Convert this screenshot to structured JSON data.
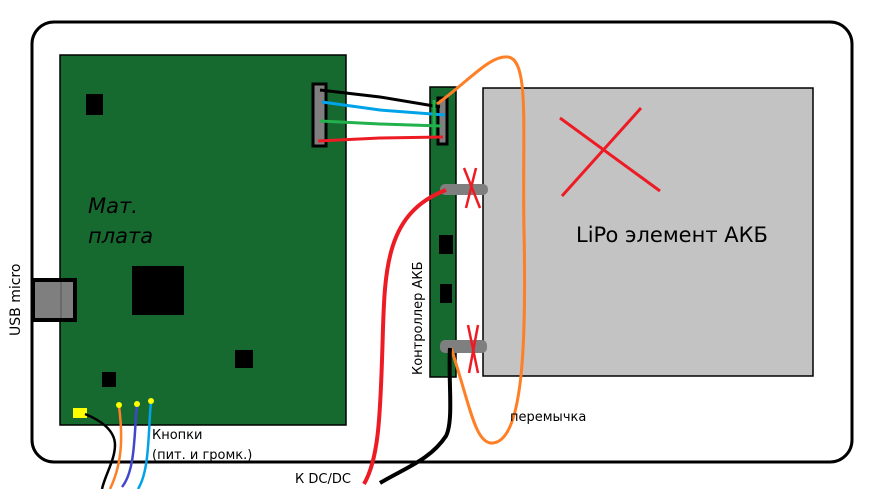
{
  "title": "Схема подключения АКБ",
  "labels": {
    "main_board_line1": "Мат.",
    "main_board_line2": "плата",
    "usb": "USB micro",
    "controller": "Контроллер АКБ",
    "lipo": "LiPo элемент АКБ",
    "buttons_line1": "Кнопки",
    "buttons_line2": "(пит. и громк.)",
    "dcdc": "К DC/DC",
    "jumper": "перемычка"
  },
  "colors": {
    "pcb_green": "#166a30",
    "battery_gray": "#c3c3c3",
    "connector_gray": "#7f7f7f",
    "wire_black": "#000000",
    "wire_blue": "#00a2e8",
    "wire_green": "#22b14c",
    "wire_red": "#ed1c24",
    "wire_orange": "#ff7f27",
    "wire_indigo": "#3f48cc",
    "pin_yellow": "#ffff00",
    "cross_red": "#ed1c24"
  },
  "components": [
    {
      "id": "main-board",
      "label": "Мат. плата"
    },
    {
      "id": "usb-port",
      "label": "USB micro"
    },
    {
      "id": "battery-controller",
      "label": "Контроллер АКБ"
    },
    {
      "id": "lipo-cell",
      "label": "LiPo элемент АКБ"
    }
  ]
}
